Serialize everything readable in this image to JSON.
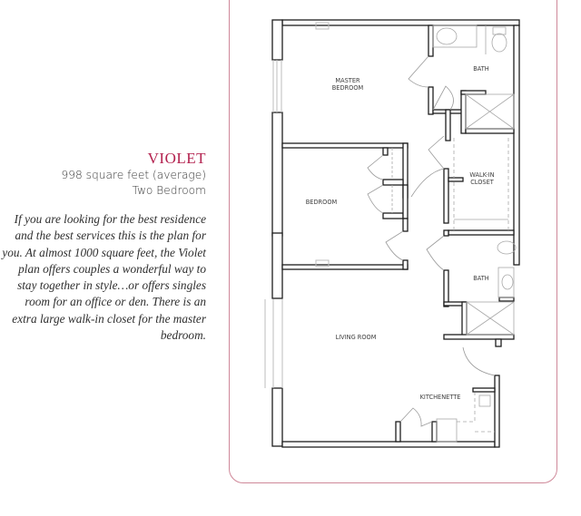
{
  "plan": {
    "name": "VIOLET",
    "square_feet": "998 square feet (average)",
    "bedrooms": "Two Bedroom",
    "description": "If you are looking for the best residence and the best services this is the plan for you. At almost 1000 square feet, the Violet plan offers couples a wonderful way to stay together in style…or offers singles room for an office or den. There is an extra large walk-in closet for the master bedroom."
  },
  "floorplan": {
    "rooms": {
      "master_bedroom_1": "MASTER",
      "master_bedroom_2": "BEDROOM",
      "bath_master": "BATH",
      "walkin_1": "WALK-IN",
      "walkin_2": "CLOSET",
      "bedroom": "BEDROOM",
      "bath_second": "BATH",
      "living_room": "LIVING ROOM",
      "kitchenette": "KITCHENETTE"
    }
  },
  "colors": {
    "accent": "#b3224f",
    "frame_border": "#cf8899",
    "wall": "#1e1e1e"
  }
}
